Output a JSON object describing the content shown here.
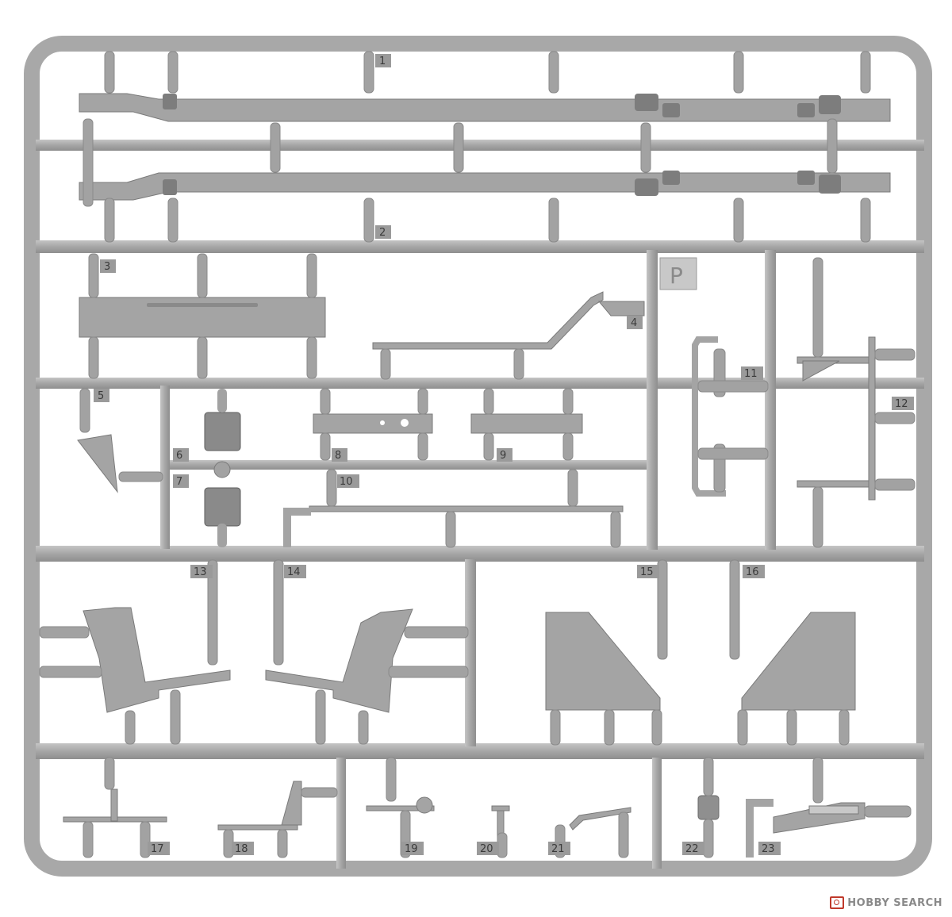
{
  "sprue": {
    "letter": "P",
    "part_numbers": [
      "1",
      "2",
      "3",
      "4",
      "5",
      "6",
      "7",
      "8",
      "9",
      "10",
      "11",
      "12",
      "13",
      "14",
      "15",
      "16",
      "17",
      "18",
      "19",
      "20",
      "21",
      "22",
      "23"
    ]
  },
  "watermark": {
    "text": "HOBBY SEARCH",
    "icon": "hobby-search-logo-icon",
    "accent_color": "#c0392b"
  },
  "colors": {
    "plastic": "#a9a9a9",
    "plastic_dark": "#8c8c8c",
    "plastic_light": "#c2c2c2",
    "background": "#ffffff"
  }
}
